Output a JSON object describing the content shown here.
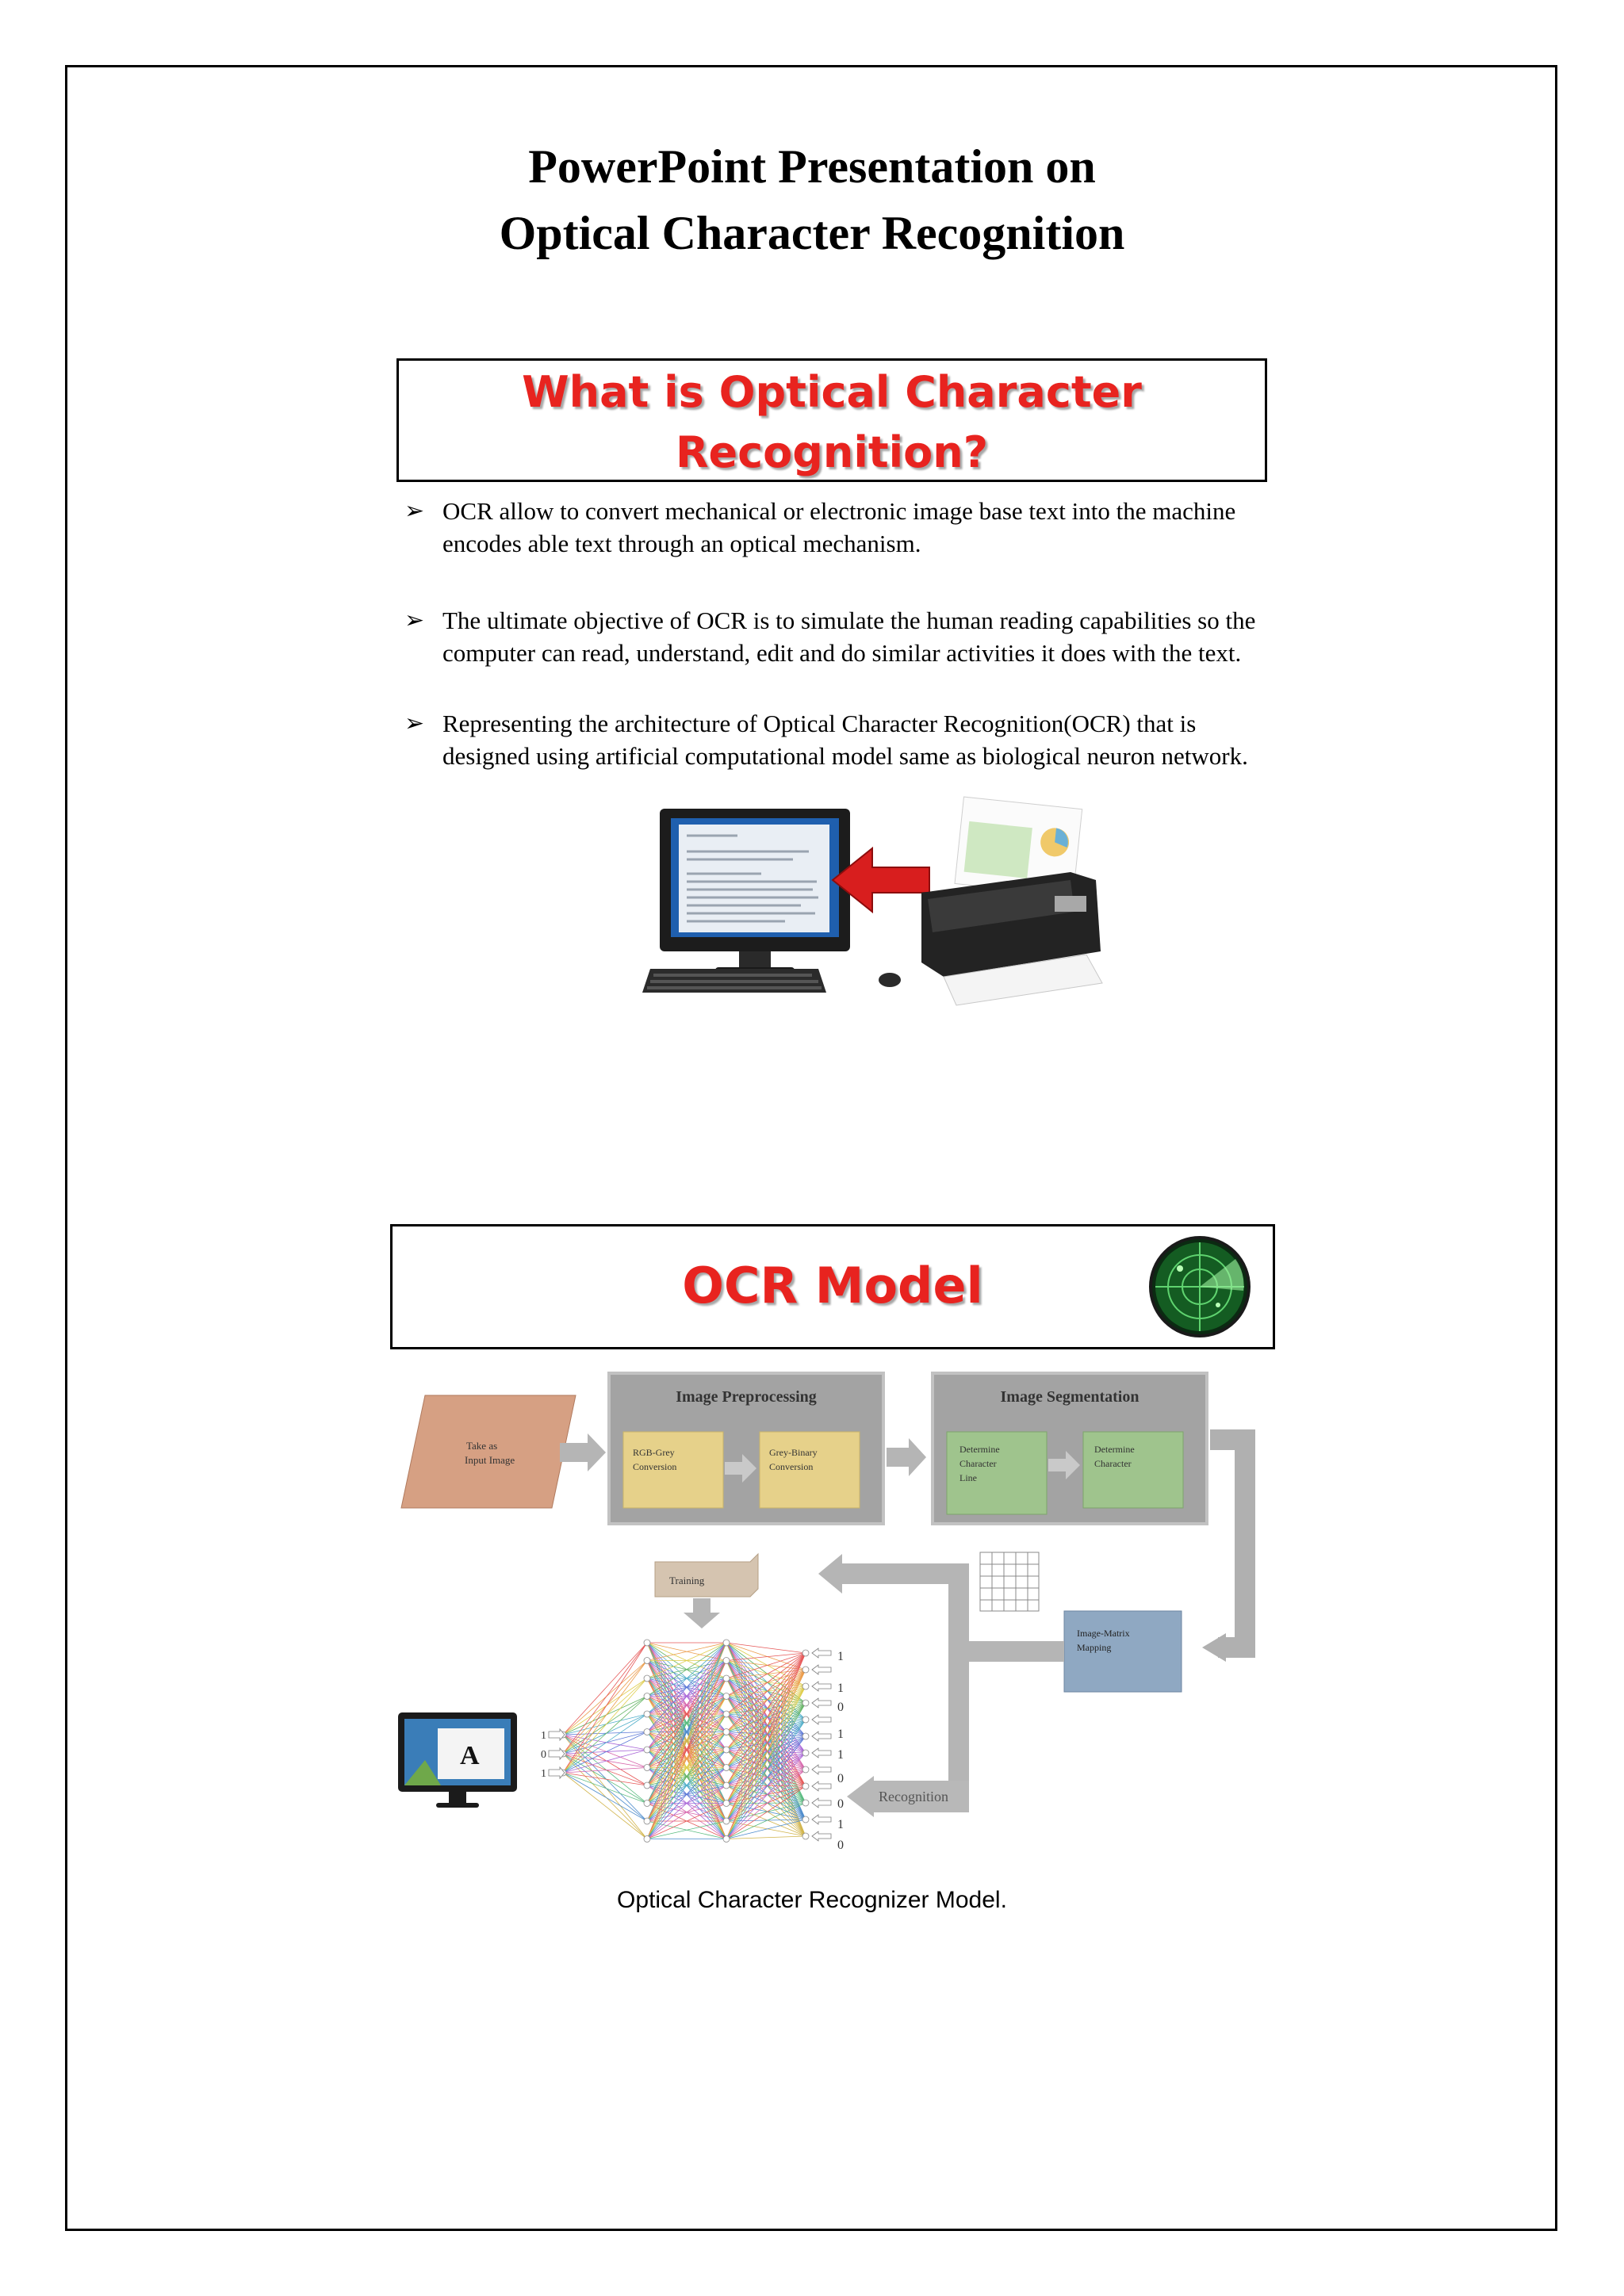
{
  "page": {
    "title_line1": "PowerPoint Presentation on",
    "title_line2": "Optical Character Recognition"
  },
  "section1": {
    "heading_line1": "What is Optical Character",
    "heading_line2": "Recognition?",
    "bullets": [
      "OCR allow to convert mechanical or electronic image base text into the machine encodes able text through an optical mechanism.",
      " The ultimate objective of OCR is to simulate the human reading capabilities so the computer can read, understand, edit and do similar activities it does with the text.",
      "Representing the architecture of Optical Character Recognition(OCR) that is designed using artificial computational model same as biological neuron network."
    ],
    "illustration": {
      "screen_letter_label": ""
    }
  },
  "section2": {
    "heading": "OCR Model",
    "diagram": {
      "input_label_1": "Take as",
      "input_label_2": "Input Image",
      "preprocessing_title": "Image Preprocessing",
      "rgb_gray_1": "RGB-Grey",
      "rgb_gray_2": "Conversion",
      "gray_binary_1": "Grey-Binary",
      "gray_binary_2": "Conversion",
      "segmentation_title": "Image Segmentation",
      "det_line_1": "Determine",
      "det_line_2": "Character",
      "det_line_3": "Line",
      "det_char_1": "Determine",
      "det_char_2": "Character",
      "mapping_1": "Image-Matrix",
      "mapping_2": "Mapping",
      "training": "Training",
      "recognition": "Recognition",
      "monitor_letter": "A",
      "inputs": [
        "1",
        "0",
        "1"
      ],
      "outputs": [
        "1",
        "1",
        "0",
        "1",
        "1",
        "0",
        "0",
        "1",
        "0"
      ]
    },
    "caption": "Optical Character Recognizer Model."
  }
}
